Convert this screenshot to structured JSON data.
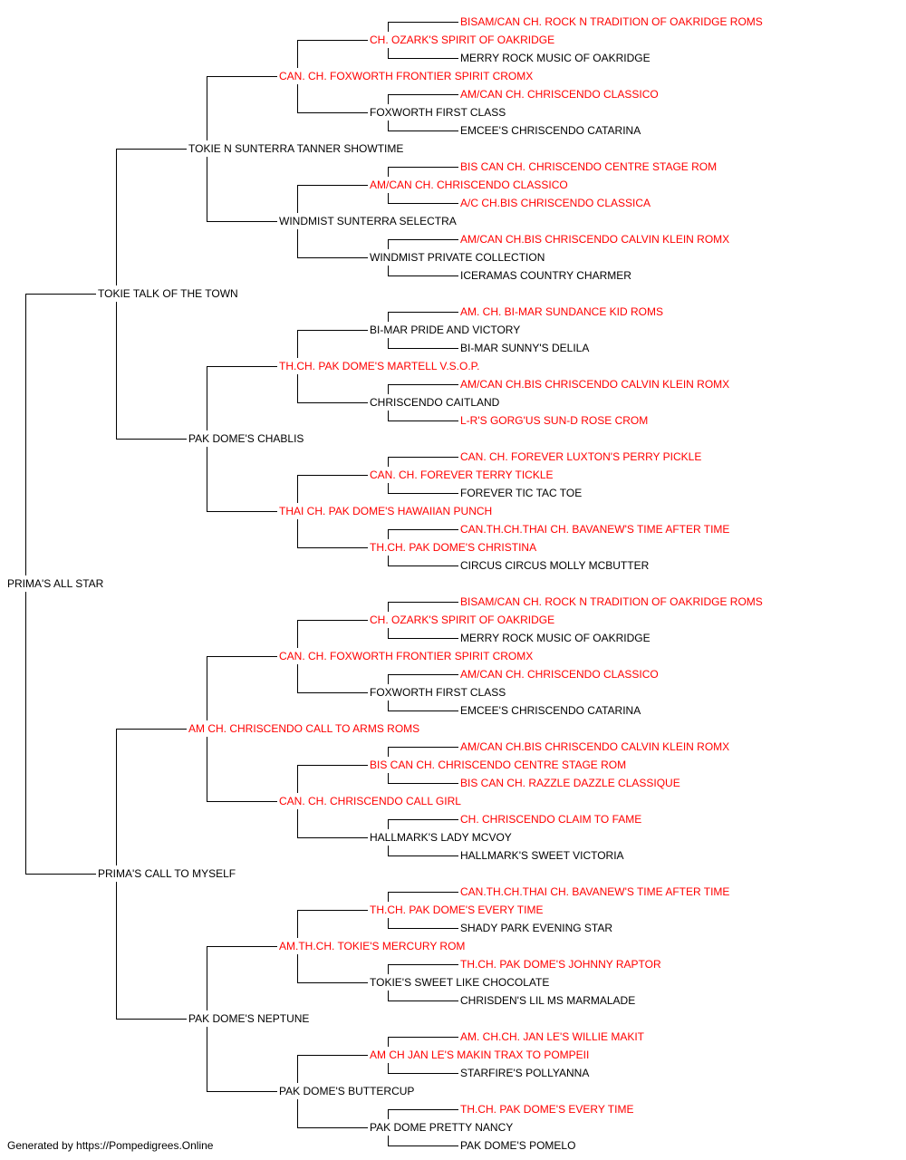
{
  "colors": {
    "champion": "#ff0000",
    "normal": "#000000",
    "line": "#000000"
  },
  "footer": "Generated by https://Pompedigrees.Online",
  "pedigree": [
    {
      "gen": 0,
      "name": "PRIMA'S ALL STAR",
      "champion": false
    },
    {
      "gen": 1,
      "name": "TOKIE TALK OF THE TOWN",
      "champion": false
    },
    {
      "gen": 1,
      "name": "PRIMA'S CALL TO MYSELF",
      "champion": false
    },
    {
      "gen": 2,
      "name": "TOKIE N SUNTERRA TANNER SHOWTIME",
      "champion": false
    },
    {
      "gen": 2,
      "name": "PAK DOME'S CHABLIS",
      "champion": false
    },
    {
      "gen": 2,
      "name": "AM CH. CHRISCENDO CALL TO ARMS ROMS",
      "champion": true
    },
    {
      "gen": 2,
      "name": "PAK DOME'S NEPTUNE",
      "champion": false
    },
    {
      "gen": 3,
      "name": "CAN. CH. FOXWORTH FRONTIER SPIRIT CROMX",
      "champion": true
    },
    {
      "gen": 3,
      "name": "WINDMIST SUNTERRA SELECTRA",
      "champion": false
    },
    {
      "gen": 3,
      "name": "TH.CH. PAK DOME'S MARTELL V.S.O.P.",
      "champion": true
    },
    {
      "gen": 3,
      "name": "THAI CH. PAK DOME'S HAWAIIAN PUNCH",
      "champion": true
    },
    {
      "gen": 3,
      "name": "CAN. CH. FOXWORTH FRONTIER SPIRIT CROMX",
      "champion": true
    },
    {
      "gen": 3,
      "name": "CAN. CH. CHRISCENDO CALL GIRL",
      "champion": true
    },
    {
      "gen": 3,
      "name": "AM.TH.CH. TOKIE'S MERCURY ROM",
      "champion": true
    },
    {
      "gen": 3,
      "name": "PAK DOME'S BUTTERCUP",
      "champion": false
    },
    {
      "gen": 4,
      "name": "CH. OZARK'S SPIRIT OF OAKRIDGE",
      "champion": true
    },
    {
      "gen": 4,
      "name": "FOXWORTH FIRST CLASS",
      "champion": false
    },
    {
      "gen": 4,
      "name": "AM/CAN CH. CHRISCENDO CLASSICO",
      "champion": true
    },
    {
      "gen": 4,
      "name": "WINDMIST PRIVATE COLLECTION",
      "champion": false
    },
    {
      "gen": 4,
      "name": "BI-MAR PRIDE AND VICTORY",
      "champion": false
    },
    {
      "gen": 4,
      "name": "CHRISCENDO CAITLAND",
      "champion": false
    },
    {
      "gen": 4,
      "name": "CAN. CH. FOREVER TERRY TICKLE",
      "champion": true
    },
    {
      "gen": 4,
      "name": "TH.CH. PAK DOME'S CHRISTINA",
      "champion": true
    },
    {
      "gen": 4,
      "name": "CH. OZARK'S SPIRIT OF OAKRIDGE",
      "champion": true
    },
    {
      "gen": 4,
      "name": "FOXWORTH FIRST CLASS",
      "champion": false
    },
    {
      "gen": 4,
      "name": "BIS CAN CH. CHRISCENDO CENTRE STAGE ROM",
      "champion": true
    },
    {
      "gen": 4,
      "name": "HALLMARK'S LADY MCVOY",
      "champion": false
    },
    {
      "gen": 4,
      "name": "TH.CH. PAK DOME'S EVERY TIME",
      "champion": true
    },
    {
      "gen": 4,
      "name": "TOKIE'S SWEET LIKE CHOCOLATE",
      "champion": false
    },
    {
      "gen": 4,
      "name": "AM CH JAN LE'S MAKIN TRAX TO POMPEII",
      "champion": true
    },
    {
      "gen": 4,
      "name": "PAK DOME PRETTY NANCY",
      "champion": false
    },
    {
      "gen": 5,
      "name": "BISAM/CAN CH. ROCK N TRADITION OF OAKRIDGE ROMS",
      "champion": true
    },
    {
      "gen": 5,
      "name": "MERRY ROCK MUSIC OF OAKRIDGE",
      "champion": false
    },
    {
      "gen": 5,
      "name": "AM/CAN CH. CHRISCENDO CLASSICO",
      "champion": true
    },
    {
      "gen": 5,
      "name": "EMCEE'S CHRISCENDO CATARINA",
      "champion": false
    },
    {
      "gen": 5,
      "name": "BIS CAN CH. CHRISCENDO CENTRE STAGE ROM",
      "champion": true
    },
    {
      "gen": 5,
      "name": "A/C CH.BIS CHRISCENDO CLASSICA",
      "champion": true
    },
    {
      "gen": 5,
      "name": "AM/CAN CH.BIS CHRISCENDO CALVIN KLEIN ROMX",
      "champion": true
    },
    {
      "gen": 5,
      "name": "ICERAMAS COUNTRY CHARMER",
      "champion": false
    },
    {
      "gen": 5,
      "name": "AM. CH. BI-MAR SUNDANCE KID ROMS",
      "champion": true
    },
    {
      "gen": 5,
      "name": "BI-MAR SUNNY'S DELILA",
      "champion": false
    },
    {
      "gen": 5,
      "name": "AM/CAN CH.BIS CHRISCENDO CALVIN KLEIN ROMX",
      "champion": true
    },
    {
      "gen": 5,
      "name": "L-R'S GORG'US SUN-D ROSE CROM",
      "champion": true
    },
    {
      "gen": 5,
      "name": "CAN. CH. FOREVER LUXTON'S PERRY PICKLE",
      "champion": true
    },
    {
      "gen": 5,
      "name": "FOREVER TIC TAC TOE",
      "champion": false
    },
    {
      "gen": 5,
      "name": "CAN.TH.CH.THAI CH. BAVANEW'S TIME AFTER TIME",
      "champion": true
    },
    {
      "gen": 5,
      "name": "CIRCUS CIRCUS MOLLY MCBUTTER",
      "champion": false
    },
    {
      "gen": 5,
      "name": "BISAM/CAN CH. ROCK N TRADITION OF OAKRIDGE ROMS",
      "champion": true
    },
    {
      "gen": 5,
      "name": "MERRY ROCK MUSIC OF OAKRIDGE",
      "champion": false
    },
    {
      "gen": 5,
      "name": "AM/CAN CH. CHRISCENDO CLASSICO",
      "champion": true
    },
    {
      "gen": 5,
      "name": "EMCEE'S CHRISCENDO CATARINA",
      "champion": false
    },
    {
      "gen": 5,
      "name": "AM/CAN CH.BIS CHRISCENDO CALVIN KLEIN ROMX",
      "champion": true
    },
    {
      "gen": 5,
      "name": "BIS CAN CH. RAZZLE DAZZLE CLASSIQUE",
      "champion": true
    },
    {
      "gen": 5,
      "name": "CH. CHRISCENDO CLAIM TO FAME",
      "champion": true
    },
    {
      "gen": 5,
      "name": "HALLMARK'S SWEET VICTORIA",
      "champion": false
    },
    {
      "gen": 5,
      "name": "CAN.TH.CH.THAI CH. BAVANEW'S TIME AFTER TIME",
      "champion": true
    },
    {
      "gen": 5,
      "name": "SHADY PARK EVENING STAR",
      "champion": false
    },
    {
      "gen": 5,
      "name": "TH.CH. PAK DOME'S JOHNNY RAPTOR",
      "champion": true
    },
    {
      "gen": 5,
      "name": "CHRISDEN'S LIL MS MARMALADE",
      "champion": false
    },
    {
      "gen": 5,
      "name": "AM. CH.CH. JAN LE'S WILLIE MAKIT",
      "champion": true
    },
    {
      "gen": 5,
      "name": "STARFIRE'S POLLYANNA",
      "champion": false
    },
    {
      "gen": 5,
      "name": "TH.CH. PAK DOME'S EVERY TIME",
      "champion": true
    },
    {
      "gen": 5,
      "name": "PAK DOME'S POMELO",
      "champion": false
    }
  ]
}
